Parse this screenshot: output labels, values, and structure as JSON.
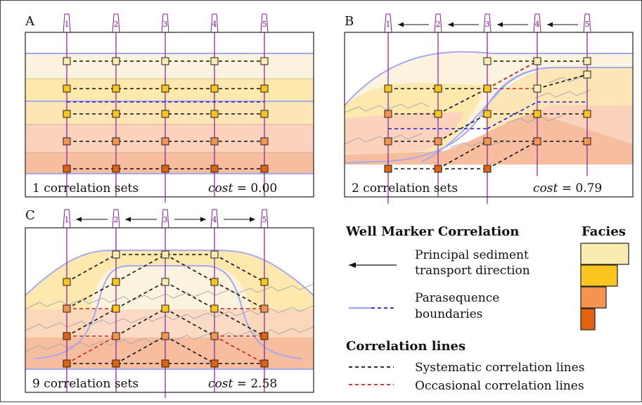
{
  "panels": [
    {
      "letter": "A",
      "sets": "1 correlation sets",
      "cost_label": "cost",
      "cost_eq": " = 0.00"
    },
    {
      "letter": "B",
      "sets": "2 correlation sets",
      "cost_label": "cost",
      "cost_eq": " = 0.79"
    },
    {
      "letter": "C",
      "sets": "9 correlation sets",
      "cost_label": "cost",
      "cost_eq": " = 2.58"
    }
  ],
  "wells": [
    "1",
    "2",
    "3",
    "4",
    "5"
  ],
  "legend": {
    "title": "Well Marker Correlation",
    "transport_line1": "Principal sediment",
    "transport_line2": "transport direction",
    "boundary_line1": "Parasequence",
    "boundary_line2": "boundaries",
    "facies_title": "Facies",
    "correlation_title": "Correlation lines",
    "systematic": "Systematic correlation lines",
    "occasional": "Occasional correlation lines"
  },
  "colors": {
    "facies": [
      "#f9ecb1",
      "#fbc41f",
      "#f59450",
      "#e2620f"
    ],
    "bands": [
      "#fbf3dd",
      "#fde8ae",
      "#fde6b6",
      "#fbd3bd",
      "#f7bd9f"
    ],
    "well": "#8a1b9b",
    "boundary": "#a7a9f0",
    "dashed_blue": "#1a1ae6",
    "systematic": "#111111",
    "occasional": "#d41c1c"
  }
}
